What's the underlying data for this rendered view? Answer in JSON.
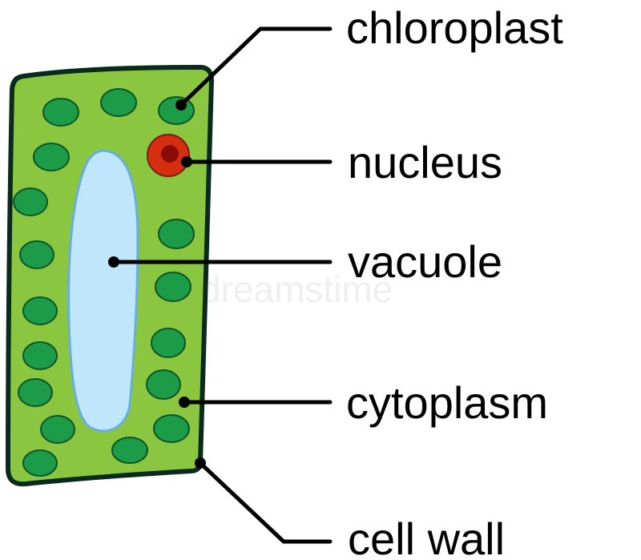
{
  "labels": {
    "chloroplast": "chloroplast",
    "nucleus": "nucleus",
    "vacuole": "vacuole",
    "cytoplasm": "cytoplasm",
    "cell_wall": "cell wall"
  },
  "watermark": "dreamstime",
  "colors": {
    "cytoplasm": "#8ac640",
    "cell_wall": "#0a2a1c",
    "chloroplast": "#1c9c48",
    "vacuole": "#bfe6fa",
    "vacuole_edge": "#6aaee0",
    "nucleus": "#d62e10",
    "nucleolus": "#8a0c02",
    "line": "#000000"
  }
}
